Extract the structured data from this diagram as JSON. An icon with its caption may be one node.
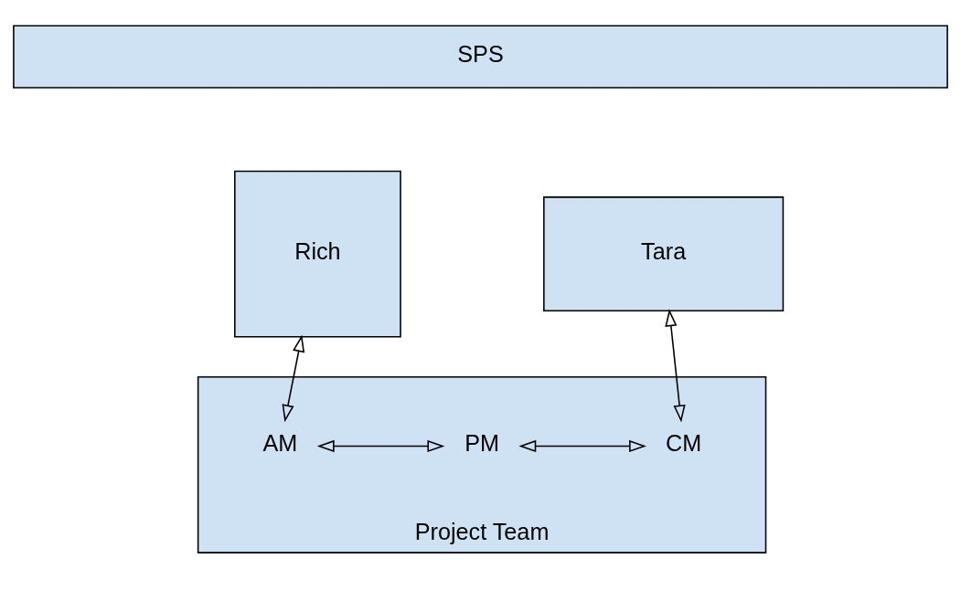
{
  "diagram": {
    "nodes": [
      {
        "text": [
          "SPS"
        ]
      },
      {
        "text": [
          "Rich"
        ]
      },
      {
        "text": [
          "Tara"
        ]
      },
      {
        "text": [
          "Project Team"
        ]
      },
      {
        "text": [
          "AM"
        ],
        "in": 3
      },
      {
        "text": [
          "PM"
        ],
        "in": 3
      },
      {
        "text": [
          "CM"
        ],
        "in": 3
      }
    ],
    "edges": [
      {
        "from": 1,
        "to": 4,
        "arrow": "both"
      },
      {
        "from": 4,
        "to": 5,
        "arrow": "both"
      },
      {
        "from": 5,
        "to": 6,
        "arrow": "both"
      },
      {
        "from": 2,
        "to": 6,
        "arrow": "both"
      }
    ]
  }
}
